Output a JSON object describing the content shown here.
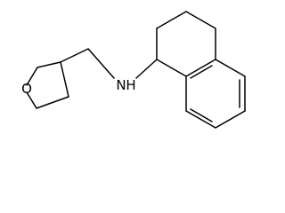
{
  "structure": {
    "atoms": {
      "oxygen": "O",
      "amine": "N",
      "amine_hydrogen": "H"
    },
    "colors": {
      "bond": "#000000",
      "label": "#000000",
      "background": "#ffffff"
    }
  }
}
